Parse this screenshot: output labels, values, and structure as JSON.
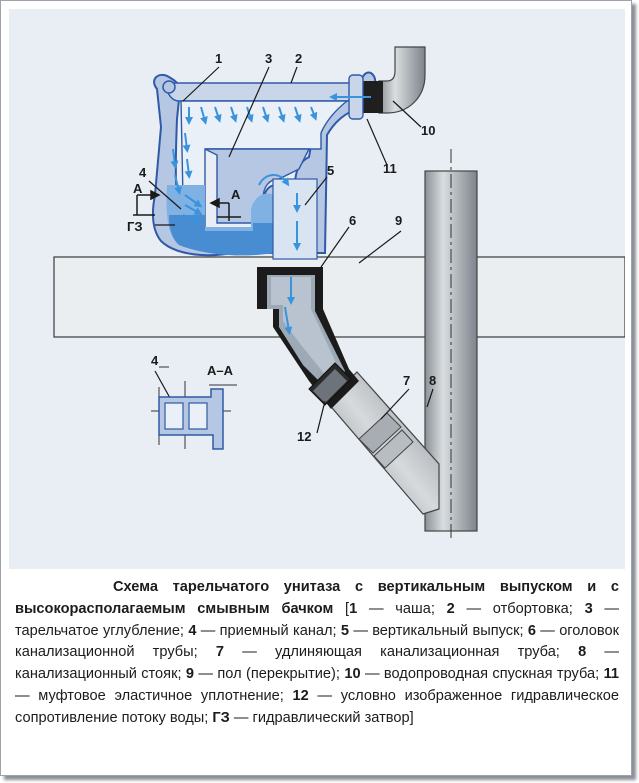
{
  "labels": {
    "l1": "1",
    "l2": "2",
    "l3": "3",
    "l4": "4",
    "l5": "5",
    "l6": "6",
    "l7": "7",
    "l8": "8",
    "l9": "9",
    "l10": "10",
    "l11": "11",
    "l12": "12",
    "l4b": "4",
    "a_left": "А",
    "a_right": "А",
    "gz": "ГЗ",
    "section": "А–А"
  },
  "caption": {
    "title": "Схема тарельчатого унитаза с вертикальным выпуском и с высокорасполагаемым смывным бачком",
    "open": " [",
    "items": [
      {
        "num": "1",
        "text": " — чаша; "
      },
      {
        "num": "2",
        "text": " — отбортовка; "
      },
      {
        "num": "3",
        "text": " — тарельчатое углубление; "
      },
      {
        "num": "4",
        "text": " — приемный канал; "
      },
      {
        "num": "5",
        "text": " — вертикальный выпуск; "
      },
      {
        "num": "6",
        "text": " — оголовок канализационной трубы; "
      },
      {
        "num": "7",
        "text": " — удлиняющая канализационная труба; "
      },
      {
        "num": "8",
        "text": " — канализационный стояк; "
      },
      {
        "num": "9",
        "text": " — пол (перекрытие); "
      },
      {
        "num": "10",
        "text": " — водопроводная спускная труба; "
      },
      {
        "num": "11",
        "text": " — муфтовое эластичное уплотнение; "
      },
      {
        "num": "12",
        "text": " — условно изображенное гидравлическое сопротивление потоку воды; "
      },
      {
        "num": "ГЗ",
        "text": " — гидравлический затвор"
      }
    ],
    "close": "]"
  },
  "colors": {
    "background": "#e8eef4",
    "ceramic": "#b5c7e2",
    "ceramic_edge": "#2f5aa8",
    "water": "#3e86cf",
    "arrow": "#3a93dd",
    "floor": "#e9edf0",
    "pipe": "#9aa0a6",
    "seal": "#1a1a1a"
  }
}
